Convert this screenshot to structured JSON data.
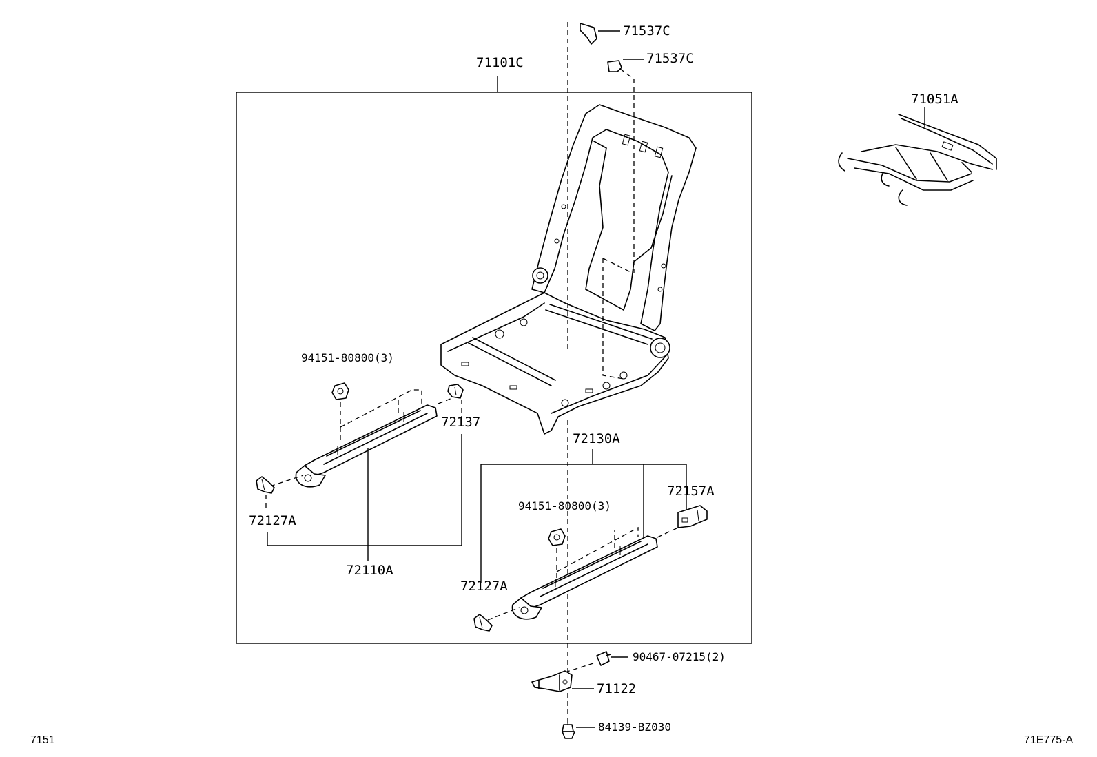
{
  "labels": {
    "p71101C": "71101C",
    "p71537C_top": "71537C",
    "p71537C_second": "71537C",
    "p71051A": "71051A",
    "p94151_left": "94151-80800(3)",
    "p72137": "72137",
    "p72130A": "72130A",
    "p72157A": "72157A",
    "p94151_right": "94151-80800(3)",
    "p72127A_left": "72127A",
    "p72110A": "72110A",
    "p72127A_right": "72127A",
    "p90467": "90467-07215(2)",
    "p71122": "71122",
    "p84139": "84139-BZ030"
  },
  "corners": {
    "bottom_left": "7151",
    "bottom_right": "71E775-A"
  }
}
